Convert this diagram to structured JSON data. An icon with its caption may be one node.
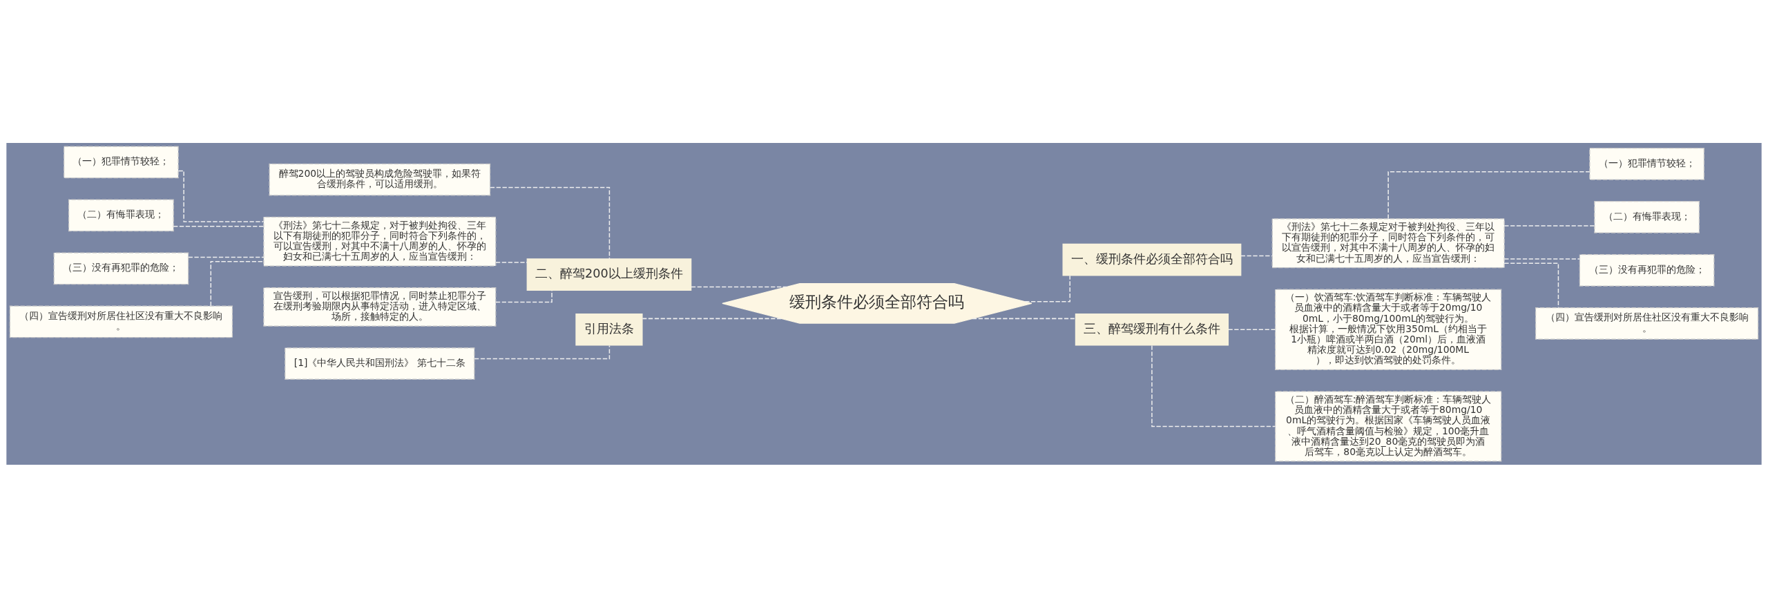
{
  "diagram": {
    "nodes": [
      {
        "text": [
          "缓刑条件必须全部符合吗"
        ]
      },
      {
        "text": [
          "一、缓刑条件必须全部符合吗"
        ]
      },
      {
        "text": [
          "《刑法》第七十二条规定对于被判处拘役、三年以下有期徒刑的犯罪分子，同时符合下列条件的，可以宣告缓刑，对其中不满十八周岁的人、怀孕的妇女和已满七十五周岁的人，应当宣告缓刑："
        ]
      },
      {
        "text": [
          "（一）犯罪情节较轻；"
        ]
      },
      {
        "text": [
          "（二）有悔罪表现；"
        ]
      },
      {
        "text": [
          "（三）没有再犯罪的危险；"
        ]
      },
      {
        "text": [
          "（四）宣告缓刑对所居住社区没有重大不良影响。"
        ]
      },
      {
        "text": [
          "三、醉驾缓刑有什么条件"
        ]
      },
      {
        "text": [
          "（一）饮酒驾车:饮酒驾车判断标准：车辆驾驶人员血液中的酒精含量大于或者等于20mg/100mL，小于80mg/100mL的驾驶行为。根据计算，一般情况下饮用350mL（约相当于1小瓶）啤酒或半两白酒（20ml）后，血液酒精浓度就可达到0.02（20mg/100ML），即达到饮酒驾驶的处罚条件。"
        ]
      },
      {
        "text": [
          "（二）醉酒驾车:醉酒驾车判断标准：车辆驾驶人员血液中的酒精含量大于或者等于80mg/100mL的驾驶行为。根据国家《车辆驾驶人员血液、呼气酒精含量阈值与检验》规定，100毫升血液中酒精含量达到20_80毫克的驾驶员即为酒后驾车，80毫克以上认定为醉酒驾车。"
        ]
      },
      {
        "text": [
          "二、醉驾200以上缓刑条件"
        ]
      },
      {
        "text": [
          "醉驾200以上的驾驶员构成危险驾驶罪，如果符合缓刑条件，可以适用缓刑。"
        ]
      },
      {
        "text": [
          "《刑法》第七十二条规定，对于被判处拘役、三年以下有期徒刑的犯罪分子，同时符合下列条件的，可以宣告缓刑，对其中不满十八周岁的人、怀孕的妇女和已满七十五周岁的人，应当宣告缓刑："
        ]
      },
      {
        "text": [
          "（一）犯罪情节较轻；"
        ]
      },
      {
        "text": [
          "（二）有悔罪表现；"
        ]
      },
      {
        "text": [
          "（三）没有再犯罪的危险；"
        ]
      },
      {
        "text": [
          "（四）宣告缓刑对所居住社区没有重大不良影响。"
        ]
      },
      {
        "text": [
          "宣告缓刑，可以根据犯罪情况，同时禁止犯罪分子在缓刑考验期限内从事特定活动，进入特定区域、场所，接触特定的人。"
        ]
      },
      {
        "text": [
          "引用法条"
        ]
      },
      {
        "text": [
          "[1]《中华人民共和国刑法》 第七十二条"
        ]
      }
    ],
    "edges": [
      {
        "from": 0,
        "to": 1,
        "arrow": "none",
        "style": "dashed"
      },
      {
        "from": 1,
        "to": 2,
        "arrow": "none",
        "style": "dashed"
      },
      {
        "from": 2,
        "to": 3,
        "arrow": "none",
        "style": "dashed"
      },
      {
        "from": 2,
        "to": 4,
        "arrow": "none",
        "style": "dashed"
      },
      {
        "from": 2,
        "to": 5,
        "arrow": "none",
        "style": "dashed"
      },
      {
        "from": 2,
        "to": 6,
        "arrow": "none",
        "style": "dashed"
      },
      {
        "from": 0,
        "to": 7,
        "arrow": "none",
        "style": "dashed"
      },
      {
        "from": 7,
        "to": 8,
        "arrow": "none",
        "style": "dashed"
      },
      {
        "from": 7,
        "to": 9,
        "arrow": "none",
        "style": "dashed"
      },
      {
        "from": 0,
        "to": 10,
        "arrow": "none",
        "style": "dashed"
      },
      {
        "from": 10,
        "to": 11,
        "arrow": "none",
        "style": "dashed"
      },
      {
        "from": 10,
        "to": 12,
        "arrow": "none",
        "style": "dashed"
      },
      {
        "from": 12,
        "to": 13,
        "arrow": "none",
        "style": "dashed"
      },
      {
        "from": 12,
        "to": 14,
        "arrow": "none",
        "style": "dashed"
      },
      {
        "from": 12,
        "to": 15,
        "arrow": "none",
        "style": "dashed"
      },
      {
        "from": 12,
        "to": 16,
        "arrow": "none",
        "style": "dashed"
      },
      {
        "from": 10,
        "to": 17,
        "arrow": "none",
        "style": "dashed"
      },
      {
        "from": 0,
        "to": 18,
        "arrow": "none",
        "style": "dashed"
      },
      {
        "from": 18,
        "to": 19,
        "arrow": "none",
        "style": "dashed"
      }
    ]
  }
}
